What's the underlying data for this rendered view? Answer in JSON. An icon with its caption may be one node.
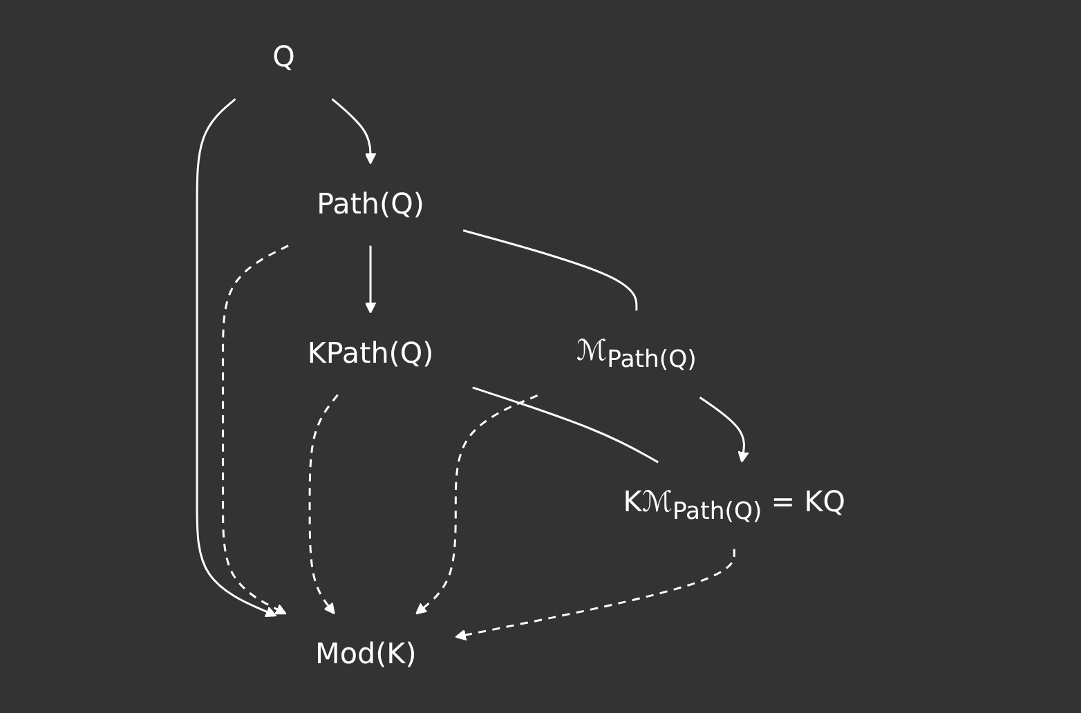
{
  "diagram": {
    "nodes": [
      {
        "text": [
          "Q"
        ]
      },
      {
        "text": [
          "Mod(K)"
        ]
      },
      {
        "text": [
          "Path(Q)"
        ]
      },
      {
        "text": [
          "KPath(Q)"
        ]
      },
      {
        "text": [
          "ℳ$_{Path(Q)}$"
        ]
      },
      {
        "text": [
          "Kℳ$_{Path(Q)}$ = KQ"
        ]
      }
    ],
    "edges": [
      {
        "from": 0,
        "to": 1,
        "arrow": "to"
      },
      {
        "from": 0,
        "to": 2,
        "arrow": "to"
      },
      {
        "from": 2,
        "to": 3,
        "arrow": "to"
      },
      {
        "from": 2,
        "to": 1,
        "arrow": "to",
        "style": "dashed"
      },
      {
        "from": 3,
        "to": 1,
        "arrow": "to",
        "style": "dashed"
      },
      {
        "from": 2,
        "to": 4,
        "arrow": "none"
      },
      {
        "from": 3,
        "to": 5,
        "arrow": "none"
      },
      {
        "from": 4,
        "to": 1,
        "arrow": "to",
        "style": "dashed"
      },
      {
        "from": 4,
        "to": 5,
        "arrow": "to"
      },
      {
        "from": 5,
        "to": 1,
        "arrow": "to",
        "style": "dashed"
      }
    ]
  }
}
